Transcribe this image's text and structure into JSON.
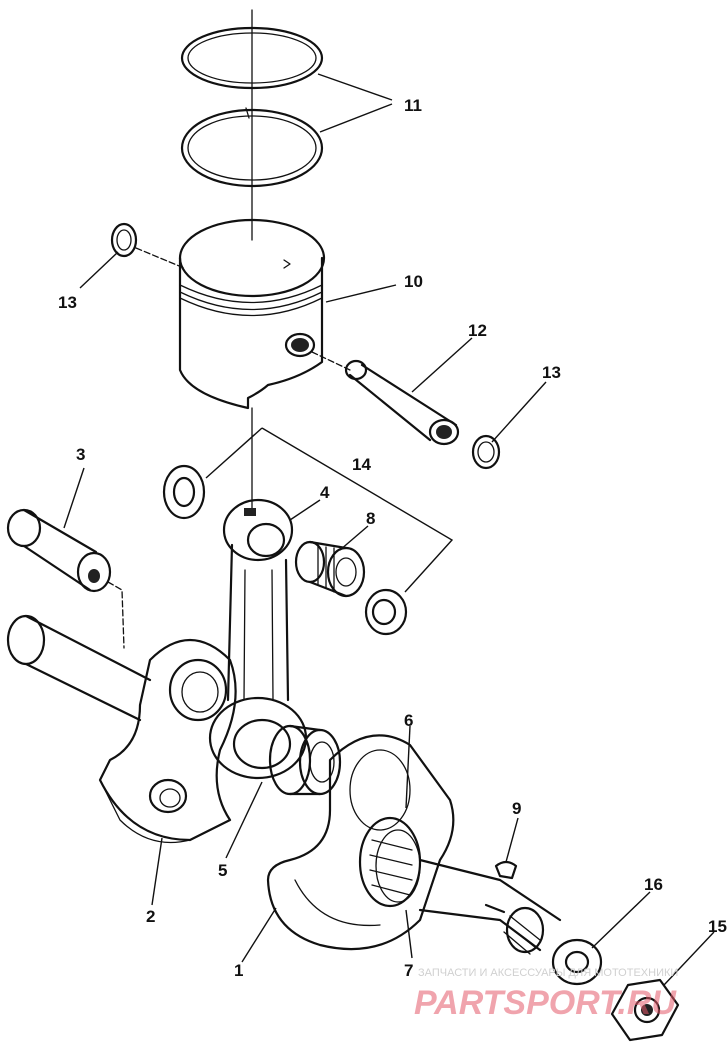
{
  "callouts": {
    "c1": "1",
    "c2": "2",
    "c3": "3",
    "c4": "4",
    "c5": "5",
    "c6": "6",
    "c7": "7",
    "c8": "8",
    "c9": "9",
    "c10": "10",
    "c11": "11",
    "c12": "12",
    "c13a": "13",
    "c13b": "13",
    "c14": "14",
    "c15": "15",
    "c16": "16"
  },
  "watermark": {
    "tagline": "ЗАПЧАСТИ И АКСЕССУАРЫ ДЛЯ МОТОТЕХНИКИ",
    "logo": "PARTSPORT.RU"
  }
}
